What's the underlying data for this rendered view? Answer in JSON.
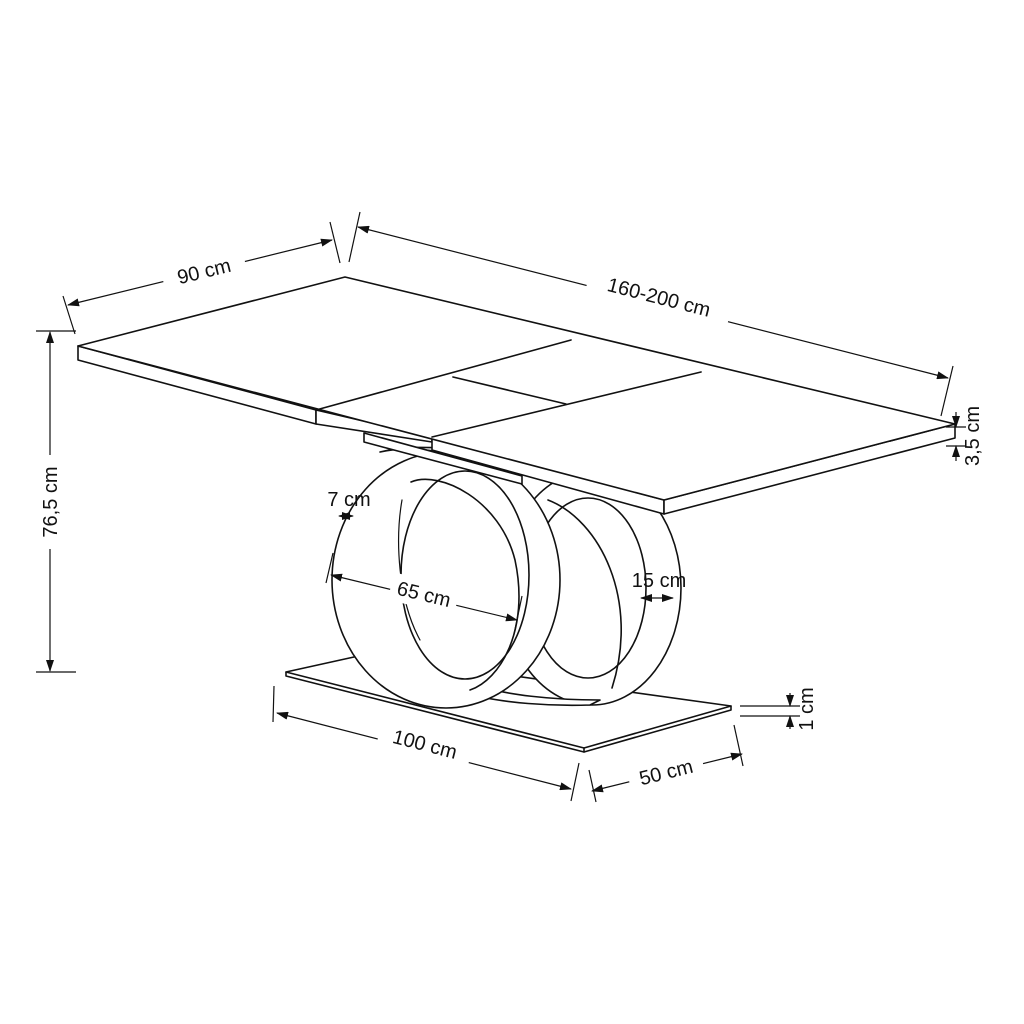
{
  "dimensions": {
    "width": "90 cm",
    "length": "160-200 cm",
    "top_thickness": "3,5 cm",
    "height": "76,5 cm",
    "ring_thickness": "7 cm",
    "ring_diameter": "65 cm",
    "ring_depth": "15 cm",
    "base_length": "100 cm",
    "base_width": "50 cm",
    "base_thickness": "1 cm"
  }
}
